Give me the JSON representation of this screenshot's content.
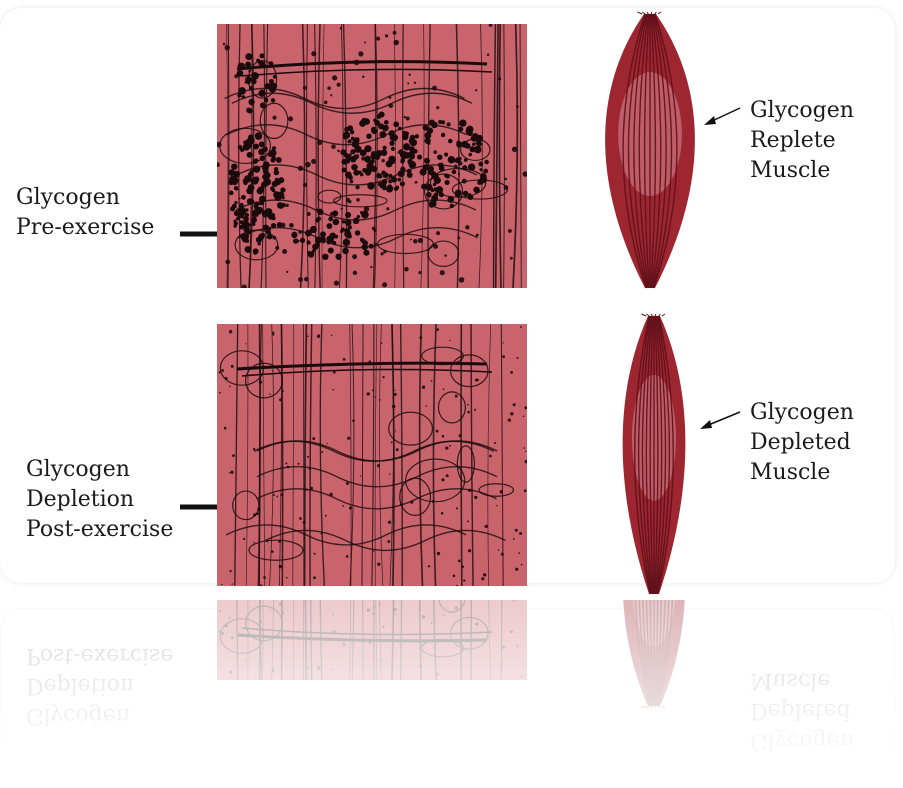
{
  "diagram": {
    "colors": {
      "tissue": "#c9646d",
      "tissue_dark": "#1a0a0c",
      "muscle_outer": "#9e2630",
      "muscle_fiber": "#5e1119",
      "muscle_highlight": "#d98a95"
    },
    "panels": {
      "pre": {
        "label_lines": "Glycogen\nPre-exercise",
        "granule_density": "high"
      },
      "post": {
        "label_lines": "Glycogen\nDepletion\nPost-exercise",
        "granule_density": "low"
      }
    },
    "muscles": {
      "replete": {
        "label_lines": "Glycogen\nReplete\nMuscle"
      },
      "depleted": {
        "label_lines": "Glycogen\nDepleted\nMuscle"
      }
    }
  }
}
